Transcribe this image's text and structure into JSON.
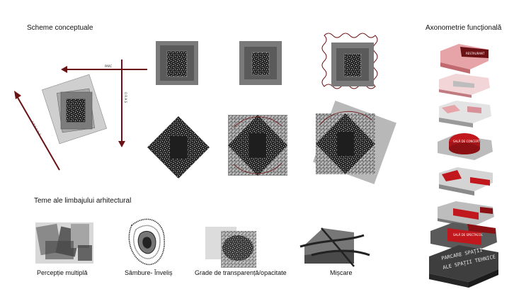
{
  "headings": {
    "conceptual": "Scheme conceptuale",
    "axonometry": "Axonometrie funcțională",
    "themes": "Teme ale limbajului arhitectural"
  },
  "arrows": {
    "park": "PARC",
    "city": "O R A Ș",
    "street": "S T R A D Ă"
  },
  "themes": {
    "perception": "Percepție multiplă",
    "core": "Sâmbure- Înveliș",
    "transparency": "Grade de transparență/opacitate",
    "movement": "Mișcare"
  },
  "axonometry_labels": {
    "l1": "RESTAURANT",
    "l2": "SALĂ DE CONCERT",
    "l3": "SALĂ DE SPECTACOL",
    "l4": "PARCARE SPAȚII",
    "l5": "ALE SPAȚII TEHNICE"
  },
  "colors": {
    "arrow": "#6b1114",
    "red": "#c0181c",
    "pink": "#e7a4a8",
    "grey": "#8f8f8f",
    "dark": "#3e3e3e"
  }
}
